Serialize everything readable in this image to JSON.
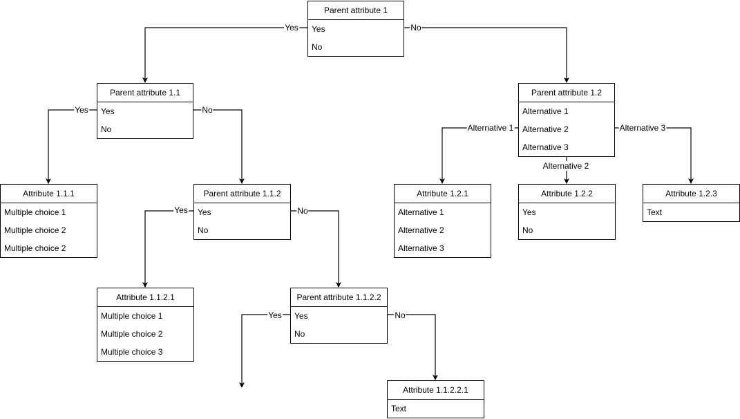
{
  "nodes": {
    "p1": {
      "title": "Parent attribute 1",
      "rows": [
        "Yes",
        "No"
      ]
    },
    "p11": {
      "title": "Parent attribute 1.1",
      "rows": [
        "Yes",
        "No"
      ]
    },
    "p12": {
      "title": "Parent attribute 1.2",
      "rows": [
        "Alternative 1",
        "Alternative 2",
        "Alternative 3"
      ]
    },
    "a111": {
      "title": "Attribute 1.1.1",
      "rows": [
        "Multiple choice 1",
        "Multiple choice 2",
        "Multiple choice 2"
      ]
    },
    "p112": {
      "title": "Parent attribute 1.1.2",
      "rows": [
        "Yes",
        "No"
      ]
    },
    "a121": {
      "title": "Attribute 1.2.1",
      "rows": [
        "Alternative 1",
        "Alternative 2",
        "Alternative 3"
      ]
    },
    "a122": {
      "title": "Attribute 1.2.2",
      "rows": [
        "Yes",
        "No"
      ]
    },
    "a123": {
      "title": "Attribute 1.2.3",
      "rows": [
        "Text"
      ]
    },
    "a1121": {
      "title": "Attribute 1.1.2.1",
      "rows": [
        "Multiple choice 1",
        "Multiple choice 2",
        "Multiple choice 3"
      ]
    },
    "p1122": {
      "title": "Parent attribute 1.1.2.2",
      "rows": [
        "Yes",
        "No"
      ]
    },
    "a11221": {
      "title": "Attribute 1.1.2.2.1",
      "rows": [
        "Text"
      ]
    }
  },
  "edges": {
    "p1_yes": "Yes",
    "p1_no": "No",
    "p11_yes": "Yes",
    "p11_no": "No",
    "p12_alt1": "Alternative 1",
    "p12_alt2": "Alternative 2",
    "p12_alt3": "Alternative 3",
    "p112_yes": "Yes",
    "p112_no": "No",
    "p1122_yes": "Yes",
    "p1122_no": "No"
  }
}
